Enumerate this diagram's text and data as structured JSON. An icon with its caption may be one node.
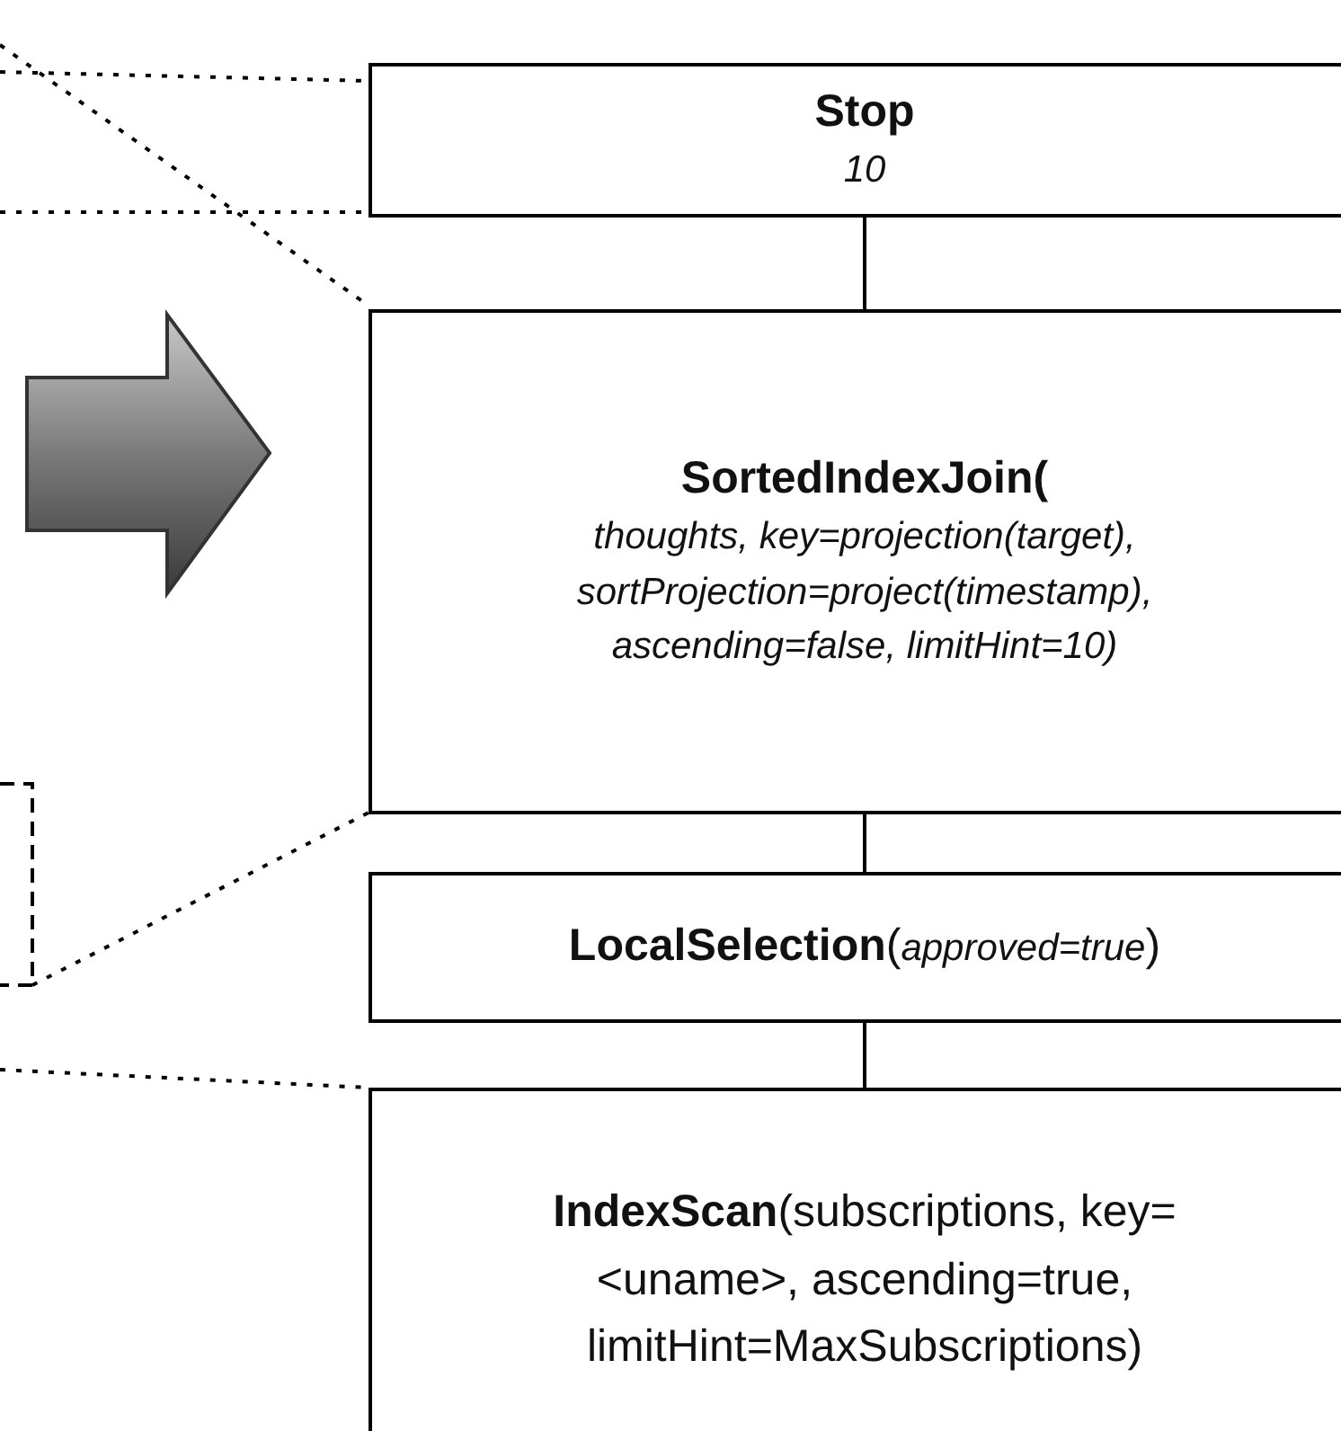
{
  "diagram": {
    "nodes": [
      {
        "text": [
          "Stop",
          "10"
        ]
      },
      {
        "text": [
          "SortedIndexJoin(",
          "thoughts, key=projection(target), sortProjection=project(timestamp), ascending=false, limitHint=10)"
        ]
      },
      {
        "text": [
          "**LocalSelection**(*approved=true*)"
        ]
      },
      {
        "text": [
          "**IndexScan**(subscriptions, key=<uname>, ascending=true, limitHint=MaxSubscriptions)"
        ]
      }
    ],
    "edges": [
      {
        "from": 0,
        "to": 1,
        "arrow": "none"
      },
      {
        "from": 1,
        "to": 2,
        "arrow": "none"
      },
      {
        "from": 2,
        "to": 3,
        "arrow": "none"
      }
    ]
  }
}
